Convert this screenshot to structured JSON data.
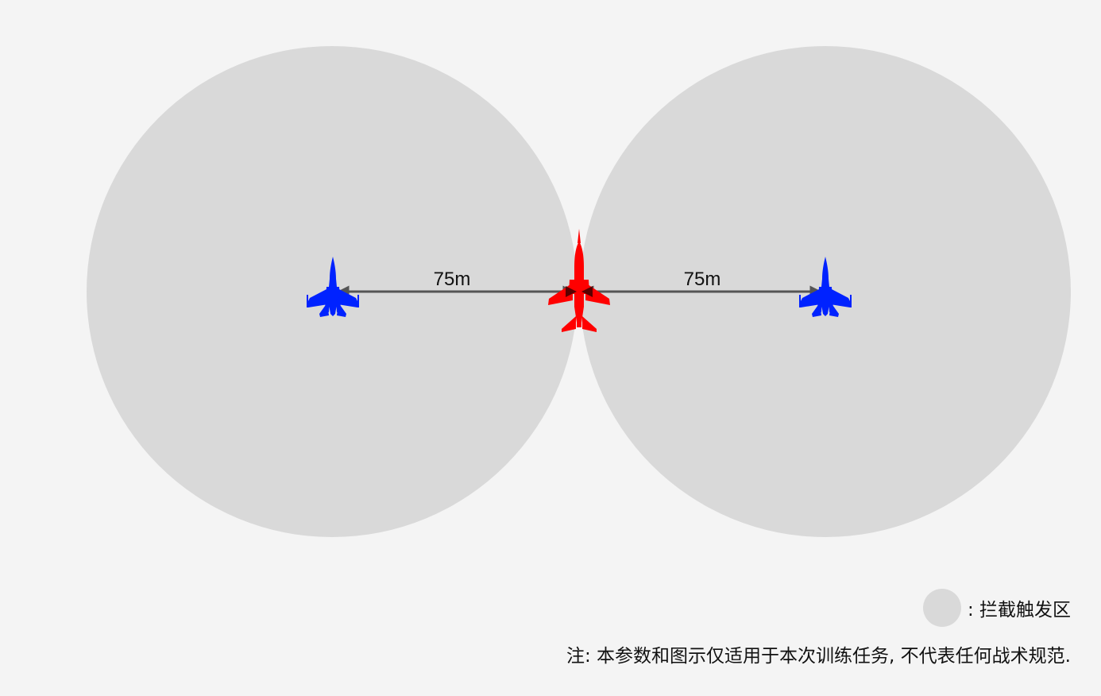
{
  "colors": {
    "background": "#f4f4f4",
    "zone": "#d9d9d9",
    "friendly": "#0022ff",
    "target": "#ff0000",
    "arrow": "#555555",
    "text": "#111111"
  },
  "diagram": {
    "distances": [
      {
        "label": "75m",
        "value_m": 75
      },
      {
        "label": "75m",
        "value_m": 75
      }
    ],
    "aircraft": [
      {
        "icon": "blue-fighter-jet-icon",
        "side": "left"
      },
      {
        "icon": "red-fighter-jet-icon",
        "side": "center"
      },
      {
        "icon": "blue-fighter-jet-icon",
        "side": "right"
      }
    ]
  },
  "legend": {
    "label": ": 拦截触发区"
  },
  "footnote": "注: 本参数和图示仅适用于本次训练任务, 不代表任何战术规范."
}
